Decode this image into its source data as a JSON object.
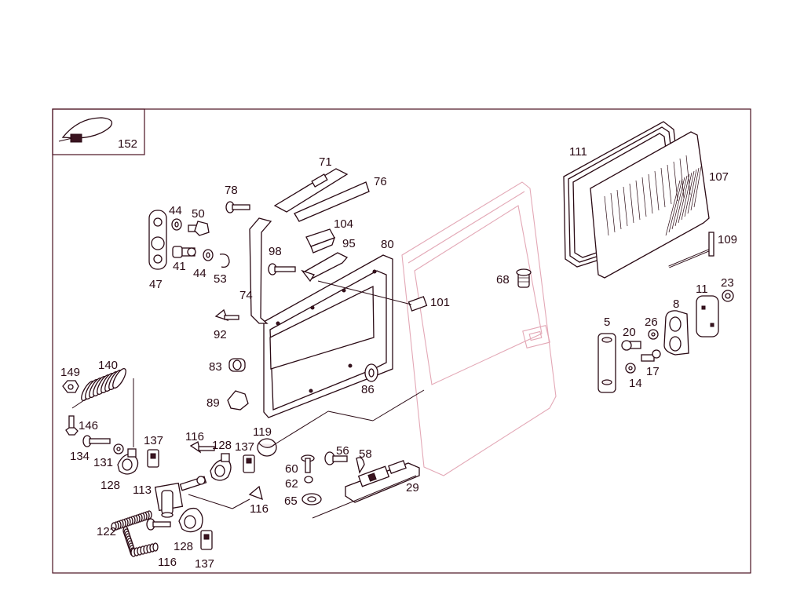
{
  "diagram": {
    "callouts": [
      "152",
      "71",
      "76",
      "78",
      "44",
      "50",
      "104",
      "95",
      "80",
      "98",
      "47",
      "41",
      "44",
      "53",
      "74",
      "111",
      "107",
      "109",
      "68",
      "101",
      "11",
      "23",
      "8",
      "5",
      "20",
      "26",
      "17",
      "14",
      "92",
      "83",
      "86",
      "149",
      "140",
      "89",
      "146",
      "119",
      "134",
      "131",
      "137",
      "116",
      "128",
      "137",
      "60",
      "56",
      "58",
      "62",
      "29",
      "65",
      "128",
      "113",
      "116",
      "122",
      "128",
      "116",
      "137"
    ],
    "colors": {
      "frame": "#4a1020",
      "ink": "#2a0a14",
      "door_outline": "#e3a8b6"
    }
  }
}
